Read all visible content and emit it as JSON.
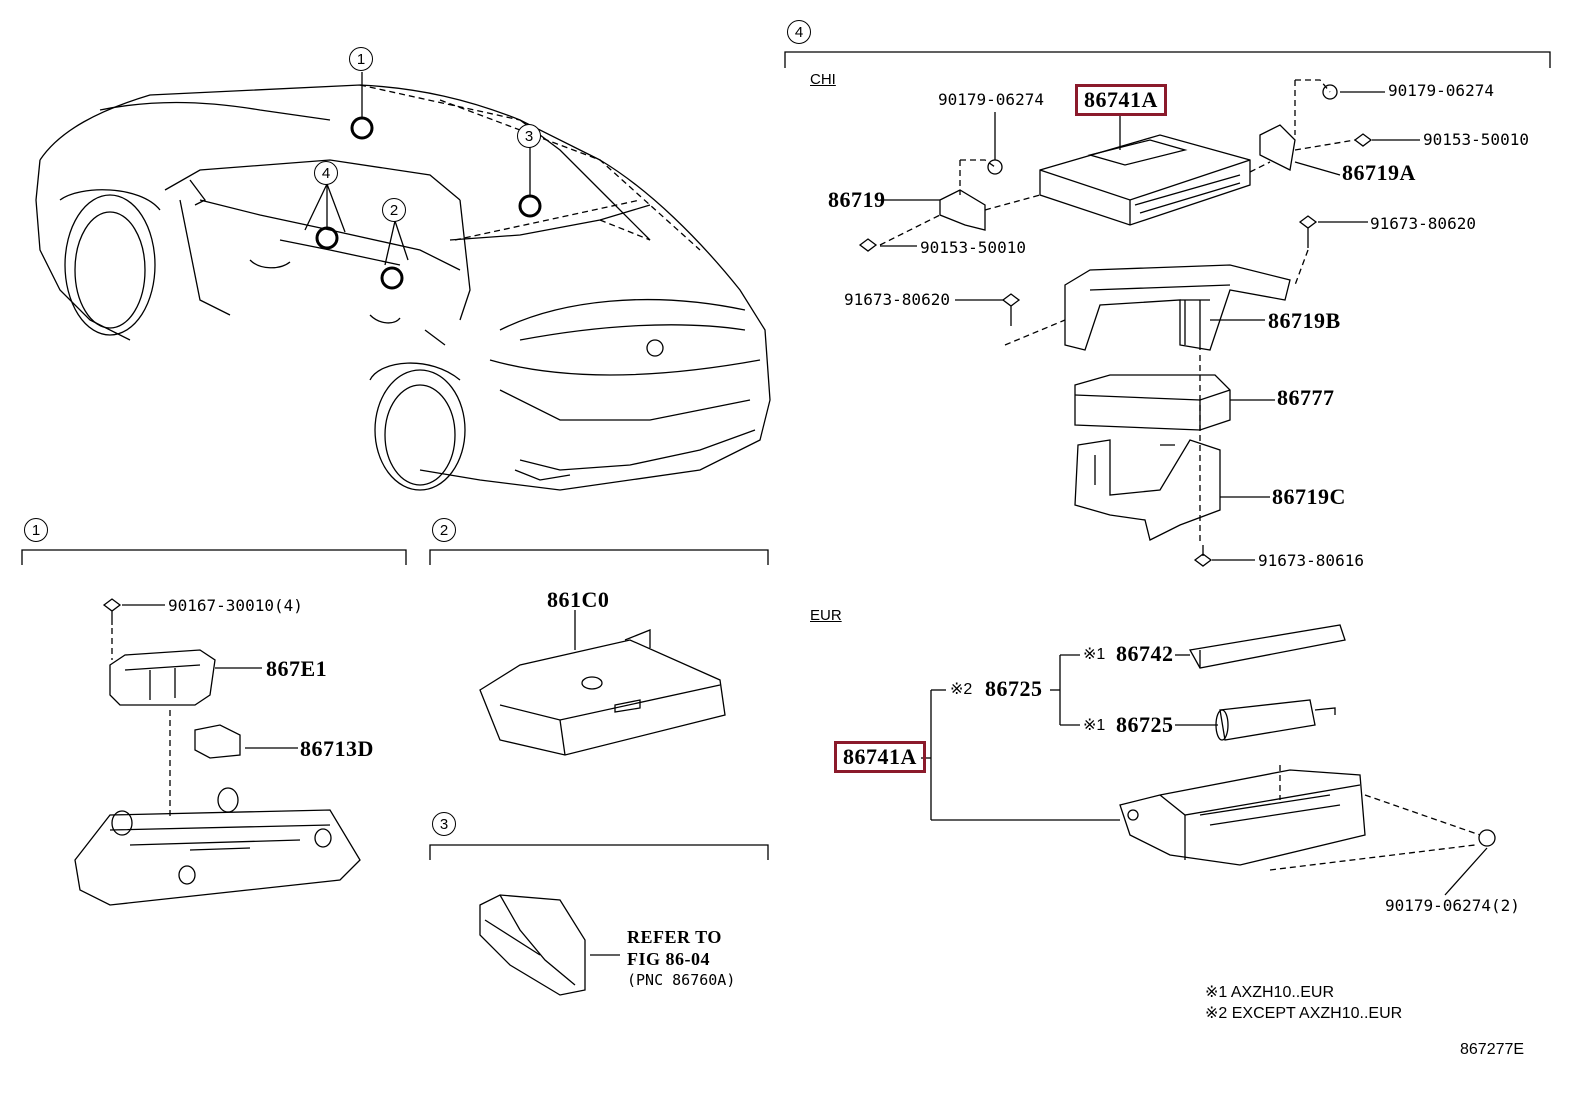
{
  "callouts": {
    "c1": "1",
    "c2": "2",
    "c3": "3",
    "c4": "4"
  },
  "sections": {
    "s1": "1",
    "s2": "2",
    "s3": "3",
    "s4": "4"
  },
  "regions": {
    "chi": "CHI",
    "eur": "EUR"
  },
  "parts_chi": {
    "p_86741A": "86741A",
    "p_90179_top_left": "90179-06274",
    "p_90179_top_right": "90179-06274",
    "p_90153_right": "90153-50010",
    "p_86719A": "86719A",
    "p_86719": "86719",
    "p_90153_left": "90153-50010",
    "p_91673_right": "91673-80620",
    "p_91673_left": "91673-80620",
    "p_86719B": "86719B",
    "p_86777": "86777",
    "p_86719C": "86719C",
    "p_91673_80616": "91673-80616"
  },
  "parts_eur": {
    "p_86741A": "86741A",
    "p_86725_parent": "86725",
    "p_86742": "86742",
    "p_86725_child": "86725",
    "p_90179_2": "90179-06274(2)",
    "mark1": "※1",
    "mark2": "※2"
  },
  "parts_s1": {
    "p_90167": "90167-30010(4)",
    "p_867E1": "867E1",
    "p_86713D": "86713D"
  },
  "parts_s2": {
    "p_861C0": "861C0"
  },
  "parts_s3": {
    "refer1": "REFER TO",
    "refer2": "FIG 86-04",
    "refer3": "(PNC 86760A)"
  },
  "notes": {
    "n1": "※1 AXZH10..EUR",
    "n2": "※2 EXCEPT AXZH10..EUR"
  },
  "figure_id": "867277E"
}
